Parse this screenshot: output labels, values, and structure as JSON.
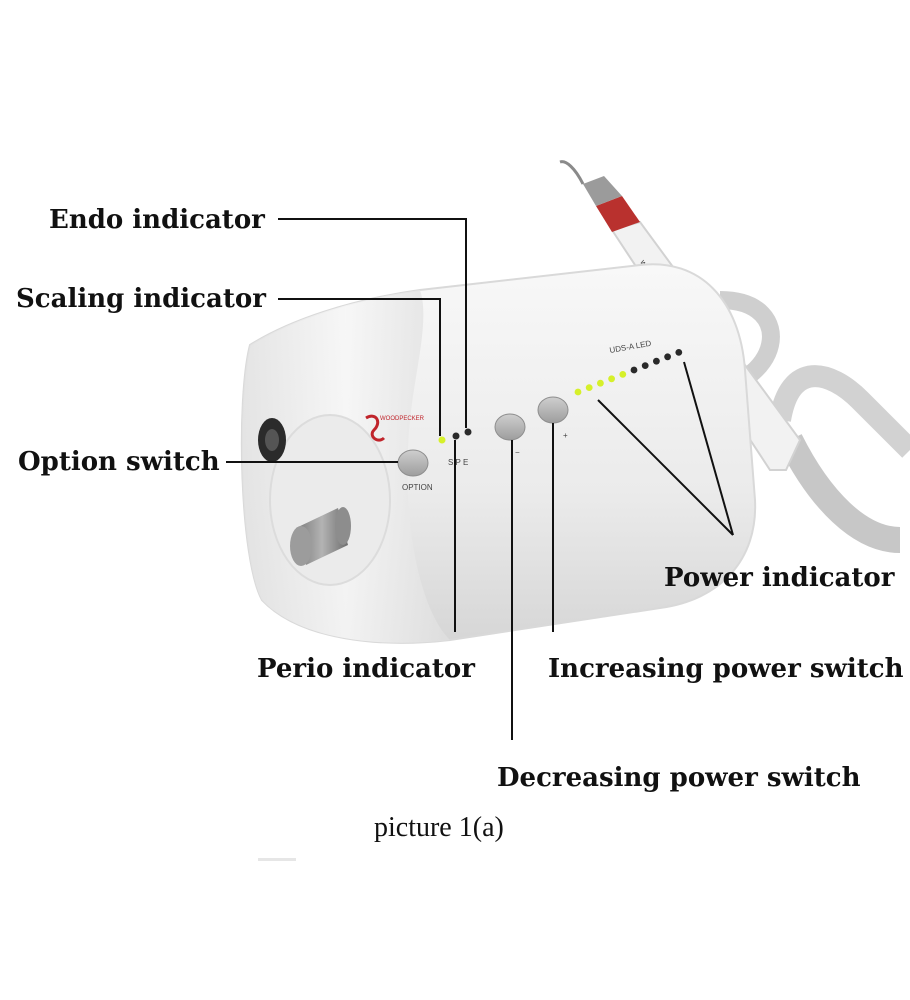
{
  "labels": {
    "endo": "Endo indicator",
    "scaling": "Scaling indicator",
    "option": "Option switch",
    "perio": "Perio indicator",
    "increasing": "Increasing power switch",
    "decreasing": "Decreasing power switch",
    "power": "Power indicator"
  },
  "caption": "picture 1(a)",
  "device": {
    "option_button_label": "OPTION",
    "mode_letters": "S P E",
    "minus_label": "−",
    "plus_label": "+",
    "model_text": "UDS-A LED",
    "brand_text": "WOODPECKER",
    "power_led_count": 10,
    "power_leds_lit": 5
  },
  "colors": {
    "led_on": "#d6f02a",
    "led_off": "#2a2a2a",
    "body": "#f1f1f1",
    "brand": "#c0242b",
    "cable": "#c9c9c9"
  }
}
